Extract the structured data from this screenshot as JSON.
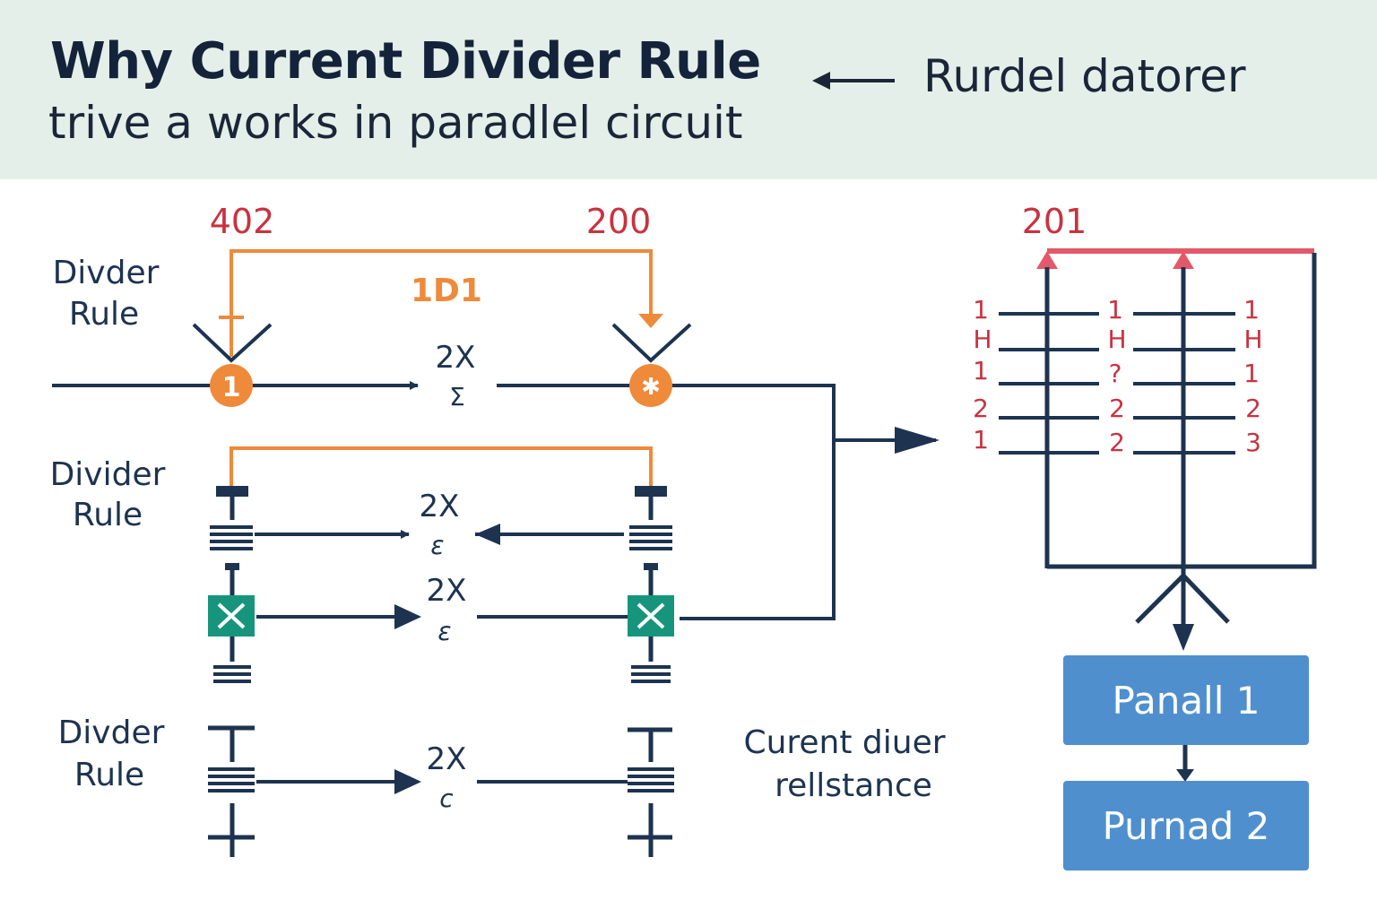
{
  "header": {
    "title": "Why Current Divider Rule",
    "subtitle": "trive a works in paradlel circuit",
    "side_label": "Rurdel datorer"
  },
  "top_labels": {
    "left_node": "402",
    "right_node": "200",
    "bridge": "1D1",
    "right_panel": "201"
  },
  "rows": [
    {
      "label_line1": "Divder",
      "label_line2": "Rule",
      "node_left": "1",
      "node_right": "✱",
      "value": "2X",
      "symbol": "Σ"
    },
    {
      "label_line1": "Divider",
      "label_line2": "Rule",
      "value_a": "2X",
      "symbol_a": "ε",
      "value_b": "2X",
      "symbol_b": "ε"
    },
    {
      "label_line1": "Divder",
      "label_line2": "Rule",
      "value": "2X",
      "symbol": "c"
    }
  ],
  "annotation": {
    "line1": "Curent diuer",
    "line2": "rellstance"
  },
  "ladder": {
    "col1": [
      "1",
      "H",
      "1",
      "2",
      "1"
    ],
    "col2": [
      "1",
      "H",
      "?",
      "2",
      "2"
    ],
    "col3": [
      "1",
      "H",
      "1",
      "2",
      "3"
    ]
  },
  "boxes": [
    "Panall 1",
    "Purnad 2"
  ],
  "colors": {
    "navy": "#1d3350",
    "orange": "#ee8a3a",
    "red": "#d33a4a",
    "teal": "#17957c",
    "blue_box": "#4f8fce",
    "header_bg": "#e4efe9"
  }
}
